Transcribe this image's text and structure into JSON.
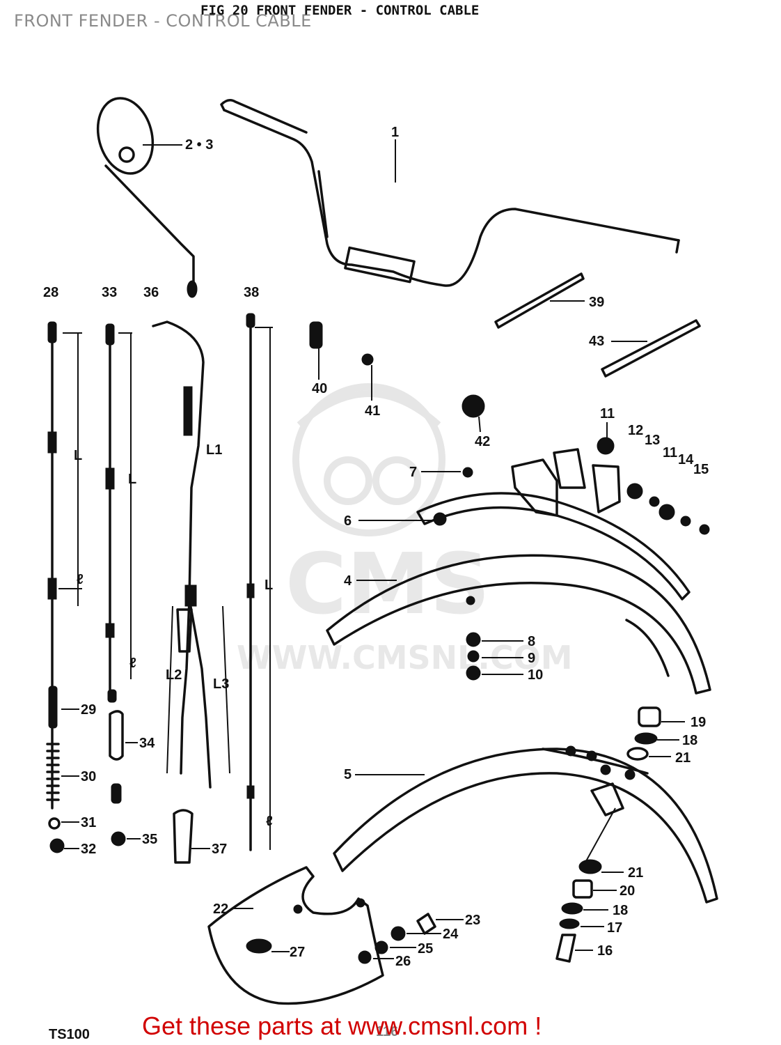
{
  "overlay_title": "FRONT FENDER - CONTROL CABLE",
  "figure_header": "FIG 20  FRONT FENDER - CONTROL CABLE",
  "model": "TS100",
  "page_number": "116",
  "promo_text": "Get these parts at www.cmsnl.com !",
  "watermark": {
    "brand": "CMS",
    "site": "WWW.CMSNL.COM"
  },
  "callouts": [
    "2 • 3",
    "1",
    "28",
    "33",
    "36",
    "38",
    "39",
    "43",
    "40",
    "41",
    "42",
    "11",
    "12",
    "13",
    "11",
    "14",
    "15",
    "7",
    "6",
    "4",
    "8",
    "9",
    "10",
    "29",
    "34",
    "30",
    "31",
    "32",
    "35",
    "37",
    "19",
    "18",
    "21",
    "5",
    "21",
    "20",
    "18",
    "17",
    "16",
    "22",
    "27",
    "23",
    "24",
    "25",
    "26"
  ],
  "dimension_labels": [
    "L",
    "L",
    "L1",
    "L",
    "ℓ",
    "ℓ",
    "ℓ",
    "L2",
    "L3"
  ],
  "colors": {
    "promo": "#d10000",
    "ink": "#111111",
    "watermark": "#e6e6e6"
  }
}
